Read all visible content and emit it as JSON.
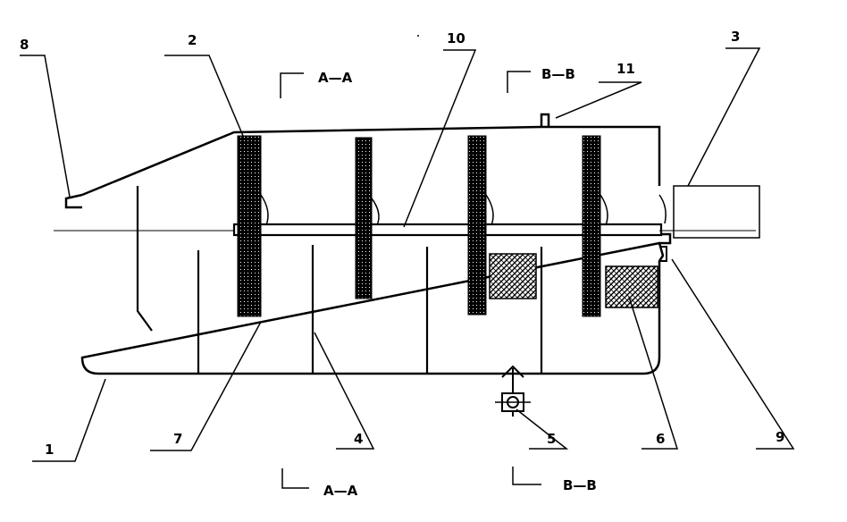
{
  "labels": {
    "l1": "1",
    "l2": "2",
    "l3": "3",
    "l4": "4",
    "l5": "5",
    "l6": "6",
    "l7": "7",
    "l8": "8",
    "l9": "9",
    "l10": "10",
    "l11": "11"
  },
  "sections": {
    "aa": "A—A",
    "bb": "B—B"
  }
}
